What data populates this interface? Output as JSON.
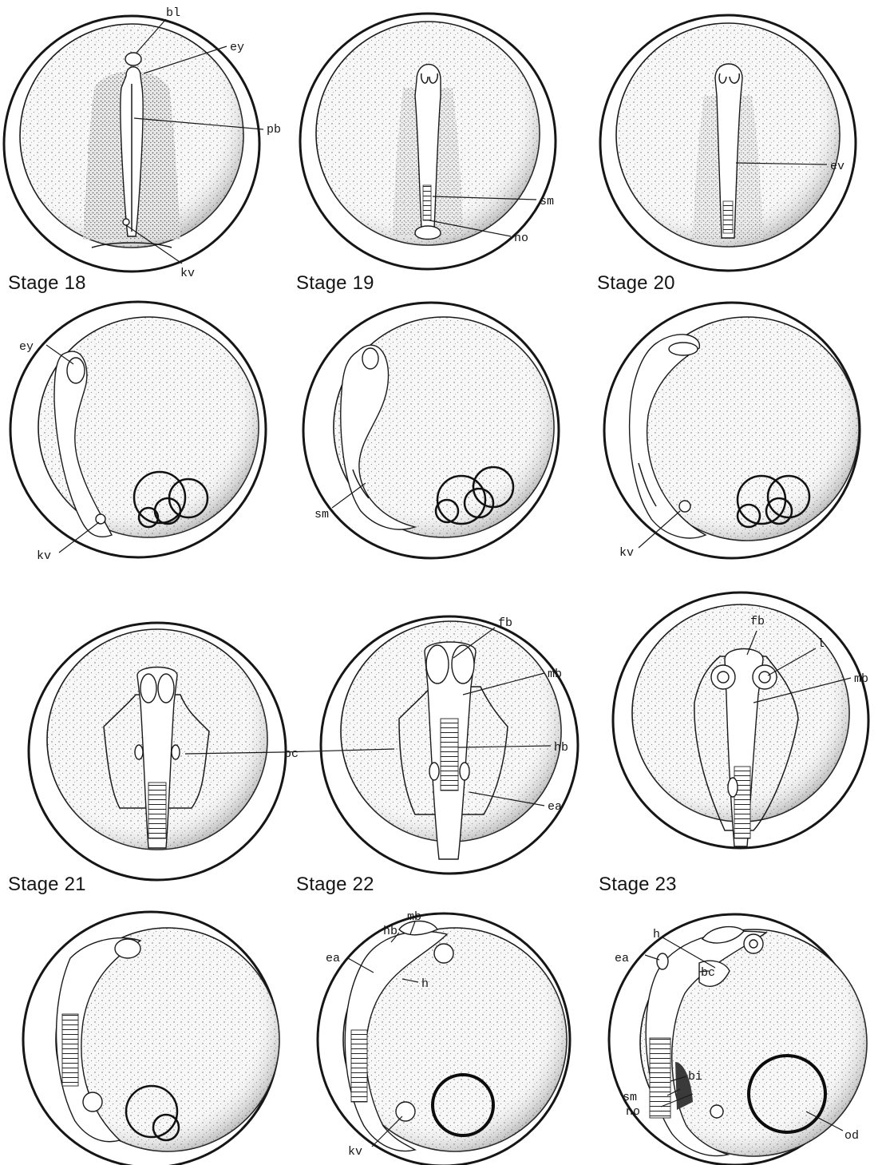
{
  "stage_labels": {
    "s18": "Stage 18",
    "s19": "Stage 19",
    "s20": "Stage 20",
    "s21": "Stage 21",
    "s22": "Stage 22",
    "s23": "Stage 23"
  },
  "labels": {
    "bl": "bl",
    "ey": "ey",
    "pb": "pb",
    "kv": "kv",
    "sm": "sm",
    "no": "no",
    "ev": "ev",
    "fb": "fb",
    "mb": "mb",
    "hb": "hb",
    "bc": "bc",
    "ea": "ea",
    "l": "l",
    "h": "h",
    "bi": "bi",
    "od": "od"
  }
}
